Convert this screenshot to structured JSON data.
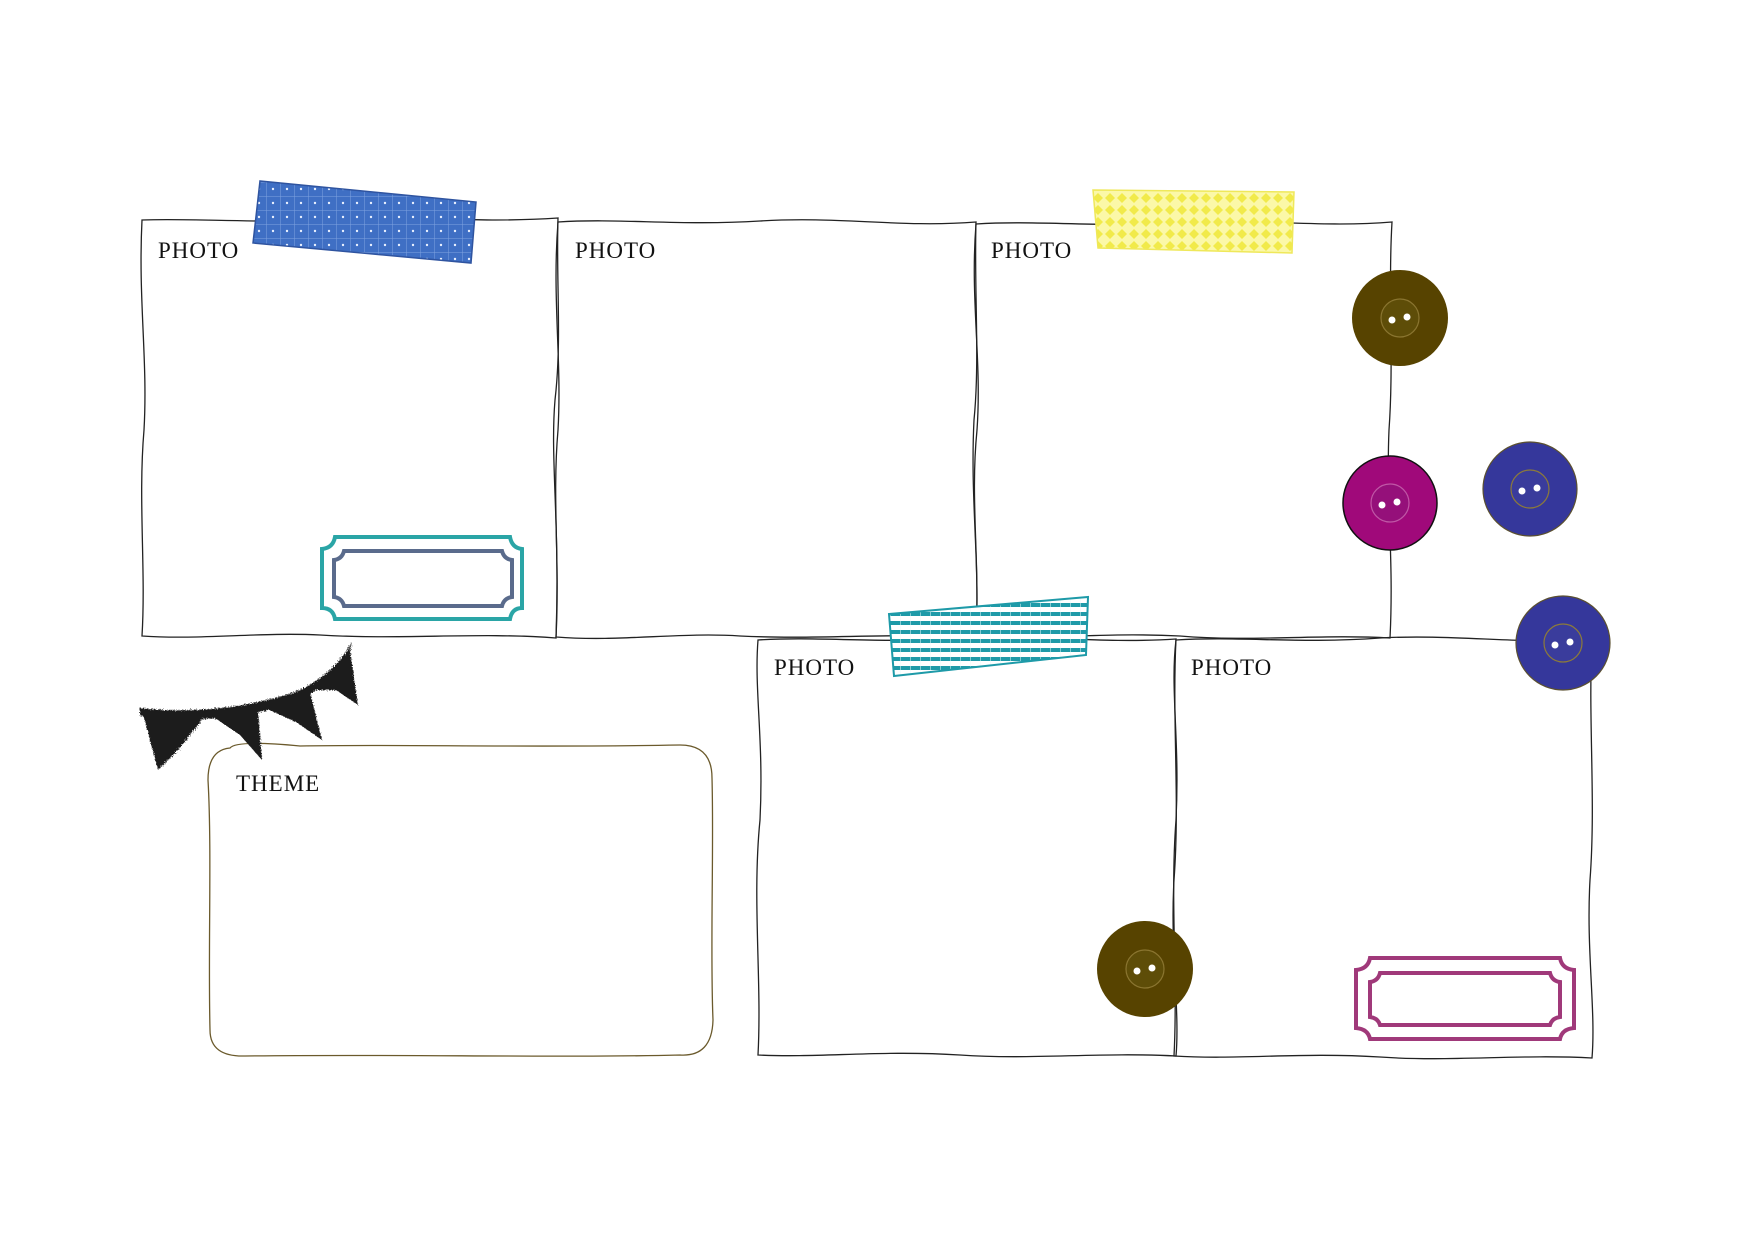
{
  "photo_frames": [
    {
      "label": "PHOTO"
    },
    {
      "label": "PHOTO"
    },
    {
      "label": "PHOTO"
    },
    {
      "label": "PHOTO"
    },
    {
      "label": "PHOTO"
    }
  ],
  "theme_box": {
    "label": "THEME"
  },
  "decorations": {
    "tapes": [
      {
        "pattern": "grid-dots",
        "color": "#3f6fc4"
      },
      {
        "pattern": "diamonds",
        "color": "#f4f16a"
      },
      {
        "pattern": "stripes",
        "color": "#1e9aa8"
      }
    ],
    "buttons": [
      {
        "color": "#574300"
      },
      {
        "color": "#a0097a"
      },
      {
        "color": "#35379b"
      },
      {
        "color": "#35379b"
      },
      {
        "color": "#574300"
      }
    ],
    "label_frames": [
      {
        "outer_color": "#2aa5a6",
        "inner_color": "#5a6b8c"
      },
      {
        "outer_color": "#a0397a",
        "inner_color": "#a0397a"
      }
    ],
    "bunting": {
      "color": "#1a1a1a",
      "flags": 4
    }
  }
}
